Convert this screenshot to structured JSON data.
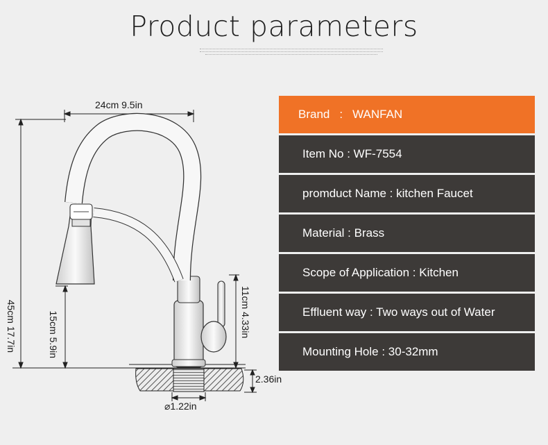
{
  "page": {
    "title": "Product parameters"
  },
  "dimensions": {
    "width": "24cm  9.5in",
    "height": "45cm   17.7in",
    "spout_height": "15cm 5.9in",
    "body_height": "11cm 4.33in",
    "deck": "2.36in",
    "hole": "⌀1.22in"
  },
  "params": {
    "brand_label": "Brand",
    "brand_sep": ":",
    "brand_value": "WANFAN",
    "rows": [
      "Item No : WF-7554",
      "promduct Name :  kitchen  Faucet",
      "Material : Brass",
      "Scope of Application : Kitchen",
      "Effluent way : Two ways out of Water",
      "Mounting Hole : 30-32mm"
    ]
  },
  "colors": {
    "brand_row": "#f07226",
    "dark_row": "#3d3a38",
    "background": "#efefef"
  }
}
